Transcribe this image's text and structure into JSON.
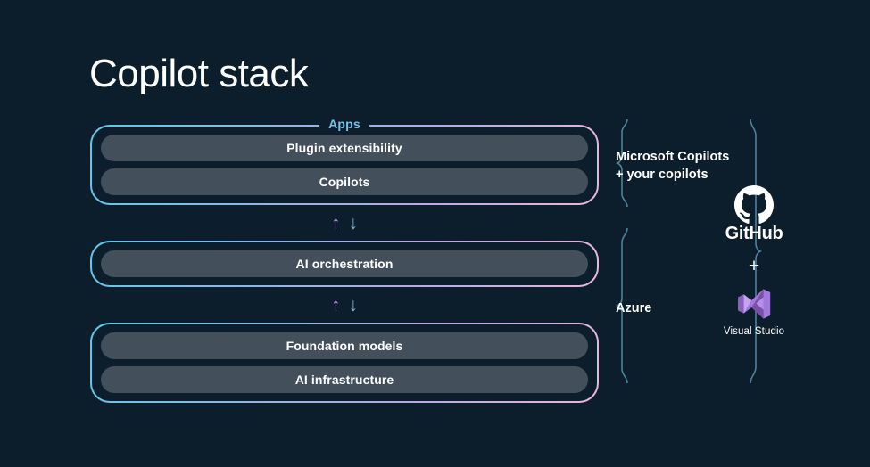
{
  "slide": {
    "title": "Copilot stack",
    "background_color": "#0c1d2b"
  },
  "stack": {
    "groups": [
      {
        "label": "Apps",
        "rows": [
          {
            "label": "Plugin extensibility"
          },
          {
            "label": "Copilots"
          }
        ]
      },
      {
        "label": "",
        "rows": [
          {
            "label": "AI orchestration"
          }
        ]
      },
      {
        "label": "",
        "rows": [
          {
            "label": "Foundation models"
          },
          {
            "label": "AI infrastructure"
          }
        ]
      }
    ],
    "connectors": [
      {
        "up": "↑",
        "down": "↓"
      },
      {
        "up": "↑",
        "down": "↓"
      }
    ]
  },
  "annotations": {
    "copilots_line1": "Microsoft Copilots",
    "copilots_line2": "+ your copilots",
    "azure": "Azure"
  },
  "logos": {
    "github": {
      "icon": "github-octocat-icon",
      "name": "GitHub"
    },
    "plus": "+",
    "visual_studio": {
      "icon": "visual-studio-icon",
      "name": "Visual Studio"
    }
  },
  "colors": {
    "accent_label": "#76c3e9",
    "pill": "#434f5b",
    "bracket": "#4f829c",
    "arrow_up": "#b8a6e3",
    "arrow_down": "#6fb6e0",
    "vs_purple": "#9b4fd1"
  }
}
